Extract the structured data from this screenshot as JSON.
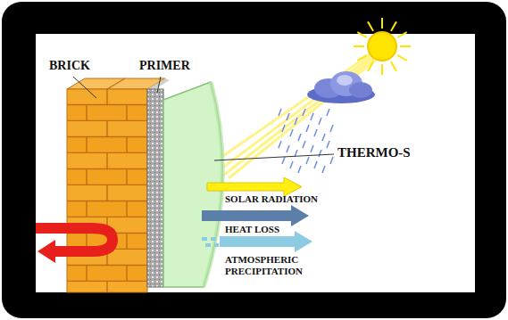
{
  "diagram": {
    "labels": [
      "BRICK",
      "PRIMER",
      "THERMO-S",
      "SOLAR RADIATION",
      "HEAT LOSS",
      "ATMOSPHERIC PRECIPITATION"
    ]
  }
}
